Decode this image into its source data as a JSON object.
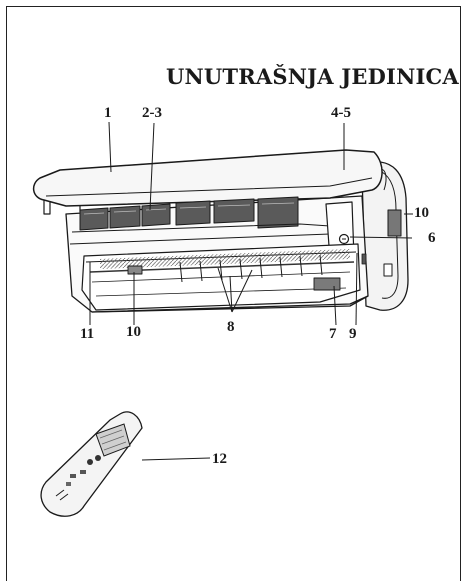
{
  "title": "UNUTRAŠNJA JEDINICA",
  "callouts": {
    "c1": "1",
    "c2_3": "2-3",
    "c4_5": "4-5",
    "c10_top": "10",
    "c6": "6",
    "c9": "9",
    "c7": "7",
    "c8": "8",
    "c10_bottom": "10",
    "c11": "11",
    "c12": "12"
  },
  "colors": {
    "ink": "#1a1a1a",
    "panel_fill": "#f7f7f7",
    "filter_fill": "#5a5a5a",
    "part_fill": "#888888"
  }
}
